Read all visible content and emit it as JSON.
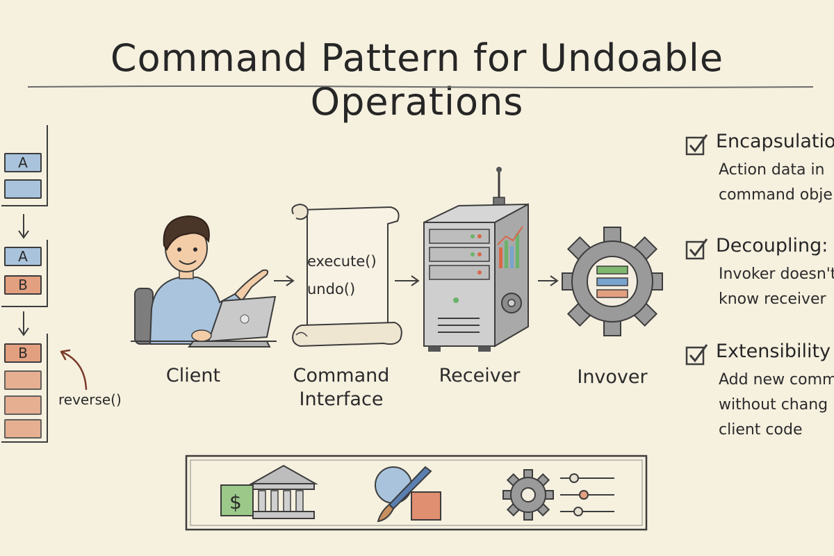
{
  "title": "Command Pattern for Undoable Operations",
  "history_stack": {
    "cells": [
      "A",
      "",
      "A",
      "B",
      "B",
      "",
      "",
      ""
    ],
    "undo_label": "reverse()"
  },
  "flow": {
    "client": "Client",
    "command_line1": "Command",
    "command_line2": "Interface",
    "methods": [
      "execute()",
      "undo()"
    ],
    "receiver": "Receiver",
    "invoker": "Invover"
  },
  "benefits": [
    {
      "title": "Encapsulation",
      "lines": [
        "Action data in",
        "command obje"
      ]
    },
    {
      "title": "Decoupling:",
      "lines": [
        "Invoker doesn't",
        "know receiver"
      ]
    },
    {
      "title": "Extensibility",
      "lines": [
        "Add new comm",
        "without chang",
        "client code"
      ]
    }
  ],
  "examples": {
    "currency_symbol": "$"
  },
  "colors": {
    "paper": "#f6f0df",
    "ink": "#2a2a2a",
    "blue": "#a9c3dc",
    "orange": "#e3a080",
    "green": "#8fbf7a",
    "metal": "#b9b9b9"
  }
}
